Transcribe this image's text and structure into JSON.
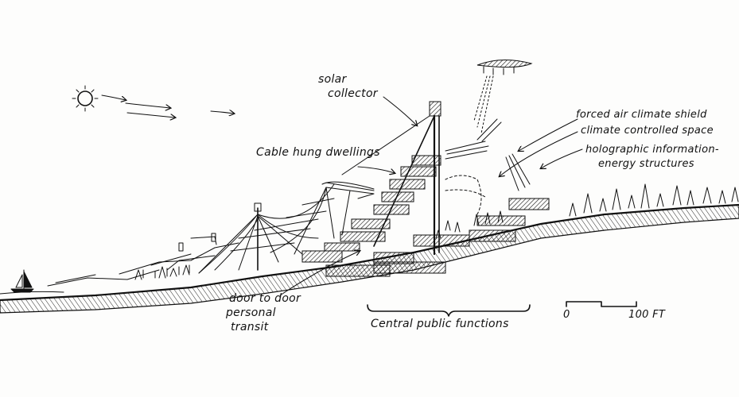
{
  "labels": {
    "solar_collector_1": "solar",
    "solar_collector_2": "collector",
    "cable_hung": "Cable hung dwellings",
    "forced_air": "forced air climate shield",
    "climate_space": "climate controlled space",
    "holographic_1": "holographic information-",
    "holographic_2": "energy structures",
    "transit_1": "door to door",
    "transit_2": "personal",
    "transit_3": "transit",
    "central": "Central public functions"
  },
  "scale": {
    "zero": "0",
    "hundred": "100 FT"
  }
}
